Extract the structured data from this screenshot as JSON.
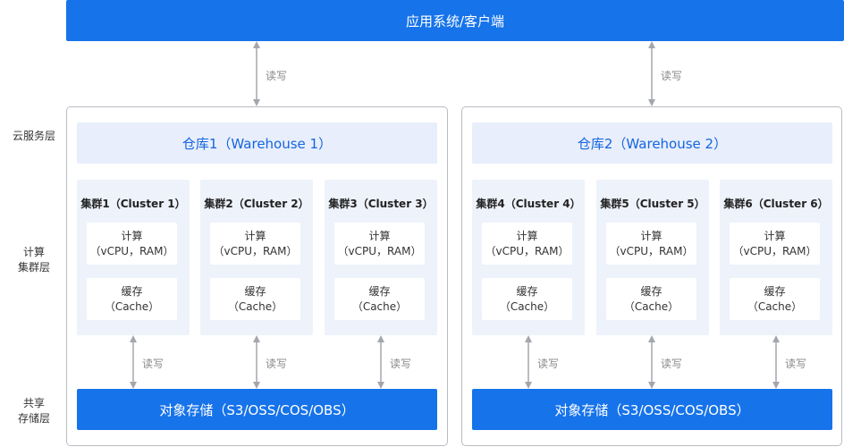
{
  "top_bar": {
    "label": "应用系统/客户端"
  },
  "layers": {
    "cloud": "云服务层",
    "compute_line1": "计算",
    "compute_line2": "集群层",
    "storage_line1": "共享",
    "storage_line2": "存储层"
  },
  "rw_label": "读写",
  "warehouses": [
    {
      "label": "仓库1（Warehouse 1）",
      "clusters": [
        {
          "title": "集群1（Cluster 1）",
          "compute_line1": "计算",
          "compute_line2": "（vCPU，RAM）",
          "cache_line1": "缓存",
          "cache_line2": "（Cache）"
        },
        {
          "title": "集群2（Cluster 2）",
          "compute_line1": "计算",
          "compute_line2": "（vCPU，RAM）",
          "cache_line1": "缓存",
          "cache_line2": "（Cache）"
        },
        {
          "title": "集群3（Cluster 3）",
          "compute_line1": "计算",
          "compute_line2": "（vCPU，RAM）",
          "cache_line1": "缓存",
          "cache_line2": "（Cache）"
        }
      ],
      "storage": "对象存储（S3/OSS/COS/OBS）"
    },
    {
      "label": "仓库2（Warehouse 2）",
      "clusters": [
        {
          "title": "集群4（Cluster 4）",
          "compute_line1": "计算",
          "compute_line2": "（vCPU，RAM）",
          "cache_line1": "缓存",
          "cache_line2": "（Cache）"
        },
        {
          "title": "集群5（Cluster 5）",
          "compute_line1": "计算",
          "compute_line2": "（vCPU，RAM）",
          "cache_line1": "缓存",
          "cache_line2": "（Cache）"
        },
        {
          "title": "集群6（Cluster 6）",
          "compute_line1": "计算",
          "compute_line2": "（vCPU，RAM）",
          "cache_line1": "缓存",
          "cache_line2": "（Cache）"
        }
      ],
      "storage": "对象存储（S3/OSS/COS/OBS）"
    }
  ],
  "colors": {
    "primary_blue": "#1673ea",
    "warehouse_bg": "#e8eefb",
    "cluster_bg": "#eef2fb",
    "arrow_gray": "#a3a7ad"
  }
}
